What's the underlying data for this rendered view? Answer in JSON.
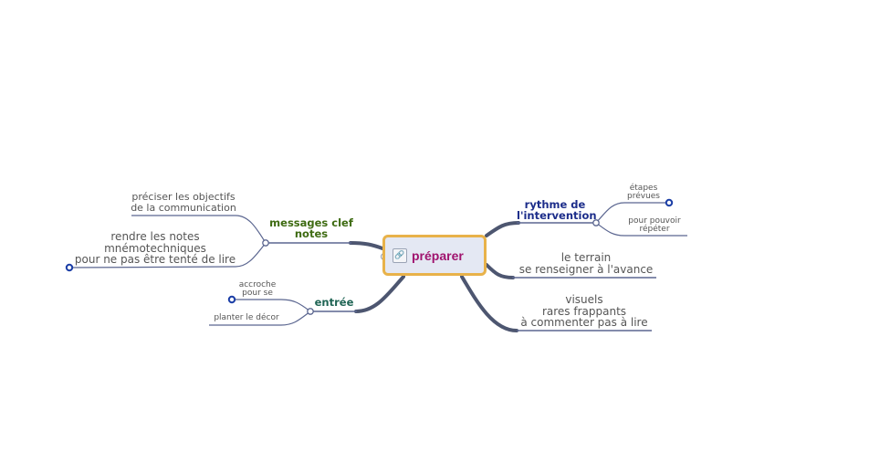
{
  "colors": {
    "central_border": "#e8b24a",
    "central_fill": "#e4e8f3",
    "central_text": "#a0136e",
    "trunk": "#4d5670",
    "branch_line": "#5b6690",
    "endpoint": "#1b3ea6",
    "msg_color": "#3e6b12",
    "rythme_color": "#1c2d8a",
    "entree_color": "#1f6454"
  },
  "central": {
    "title": "préparer",
    "icon": "link-icon"
  },
  "branches": {
    "messages": {
      "title_l1": "messages clef",
      "title_l2": "notes",
      "children": [
        {
          "l1": "préciser les objectifs",
          "l2": "de la communication"
        },
        {
          "l1": "rendre les notes",
          "l2": "mnémotechniques",
          "l3": "pour ne pas être tenté de lire"
        }
      ]
    },
    "entree": {
      "title": "entrée",
      "children": [
        {
          "l1": "accroche",
          "l2": "pour se"
        },
        {
          "l1": "planter le décor"
        }
      ]
    },
    "rythme": {
      "title_l1": "rythme de",
      "title_l2": "l'intervention",
      "children": [
        {
          "l1": "étapes",
          "l2": "prévues"
        },
        {
          "l1": "pour pouvoir",
          "l2": "répéter"
        }
      ]
    },
    "terrain": {
      "l1": "le terrain",
      "l2": "se renseigner à l'avance"
    },
    "visuels": {
      "l1": "visuels",
      "l2": "rares frappants",
      "l3": "à commenter pas à lire"
    }
  }
}
